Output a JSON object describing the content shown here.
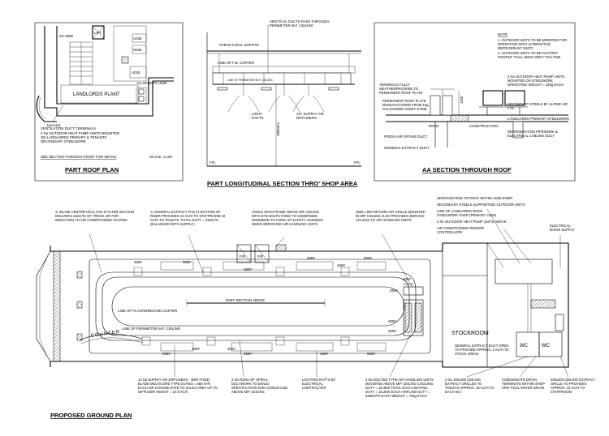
{
  "part_roof_plan": {
    "title": "PART ROOF PLAN",
    "plant_label": "LANDLORDS PLANT",
    "scale": "SCALE: 1:100",
    "see_section": "SEE SECTION THROUGH ROOF FOR DETAIL",
    "unit_tags": [
      "U026",
      "U026",
      "U025"
    ],
    "room_labels": [
      "SC.MDB",
      "LIFT"
    ],
    "allsports": "ALLSPORTS U025",
    "notes": [
      "VENTILATION DUCT TERMINALS",
      "2 No OUTDOOR HEAT PUMP UNITS MOUNTED ON LANDLORDS PRIMARY & TENANTS SECONDARY STEELWORK"
    ]
  },
  "long_section": {
    "title": "PART LONGITUDINAL SECTION THRO' SHOP AREA",
    "labels": {
      "vertical_ducts": "VERTICAL DUCTS PASS THROUGH PERIMETER M.F. CEILING",
      "soffite": "STRUCTURAL SOFFITE",
      "coffer": "LINE OF F.B. COFFER",
      "mf_ceiling": "LINE OF PERIMETER M.F. CEILING",
      "rafts": "LIGHT RAFTS",
      "diffusers": "A/C SUPPLY AIR DIFFUSERS",
      "ffl": "FFL",
      "height": "4800mm",
      "ffl_right": "FFL"
    }
  },
  "aa_section": {
    "title": "AA SECTION THROUGH ROOF",
    "note_heading": "NOTE",
    "notes": [
      "1. OUTDOOR UNITS TO BE MODIFIED FOR OPERATION WITH ALTERNATIVE REFRIGERANT R407C",
      "2. OUTDOOR UNITS TO BE FACTORY PAINTED \"GULL WING GREY\"-RAL7035"
    ],
    "labels": [
      "TERMINALS FULLY WEATHERPROOFED TO PERMANENT ROOF PLATE",
      "PERMANENT ROOF PLATE MANUFACTURED FROM 18g GALVANISED SHEET STEEL",
      "FRESH AIR INTAKE DUCT",
      "GENERAL EXTRACT DUCT",
      "2 No OUTDOOR HEAT PUMP UNITS MOUNTED ON STEELWORK OPERATING WEIGHT = 22kg EACH",
      "SECONDARY STEELS BY ALPINE AIR LTD",
      "LANDLORDS PRIMARY STEELWORK",
      "REFRIGERATION PIPEWORK & ELECTRICAL CABLING DUCT"
    ],
    "roof": "ROOF",
    "construction": "CONSTRUCTION",
    "dim": "1100"
  },
  "ground_plan": {
    "title": "PROPOSED GROUND PLAN",
    "stockroom": "STOCKROOM",
    "wc": [
      "WC",
      "WC"
    ],
    "ahu": "A.H.U",
    "counter": "COUNTER",
    "section_above": "PART SECTION ABOVE",
    "plasterboard_coffer": "LINE OF PLASTERBOARD COFFER",
    "perimeter_ceiling": "LINE OF PERIMETER M.F. CEILING",
    "fr_tags": [
      "F/R",
      "F/R"
    ],
    "duct_sizes_top": [
      "250#",
      "300#",
      "350#",
      "400#",
      "450#",
      "500#"
    ],
    "duct_sizes_bottom": [
      "250#",
      "300#",
      "350#",
      "400#",
      "450#",
      "500#"
    ],
    "duct_side": [
      "250#",
      "200#",
      "400#",
      "200#"
    ],
    "top_notes": [
      "① INLINE CENTRIFUGAL FAN & FILTER SECTION DELIVERS 432m³/H OF FRESH AIR FOR INDUCTION TO AIR CONDITIONING SYSTEM",
      "② GENERAL EXTRACT FAN AT BOTTOM OF RISER PROVIDES 15 AC/H TO STAFFROOM 10 AC/H TO TOILETS. TOTAL DUTY = 432m³/H (BALANCED WITH SUPPLY)",
      "ANGLE IRON FRAME ABOVE M/F CEILING WITH EYE BOLTS FIXED TO UNDERSIDE. ENGINEER TO HOOK UP SAFETY HARNESS WHEN SERVICING AIR HANDLING UNITS",
      "1500 x 800 RETURN AIR GRILLE MOUNTED IN M/F CEILING ALSO PROVIDES SERVICE ACCESS TO AIR HANDLING UNITS"
    ],
    "right_notes": [
      "SERVICES RISE TO ROOF WITHIN U025 RISER",
      "SECONDARY STEELS SUPPORTING OUTDOOR UNITS",
      "LINE OF LANDLORDS ROOF STEELWORK OVER (PRIMARY U025)",
      "2 No OUTDOOR HEAT PUMP UNITS ABOVE",
      "AIR CONDITIONING REMOTE CONTROLLERS",
      "ELECTRICAL MAINS SUPPLY",
      "GENERAL EXTRACT DUCT OPEN TO PROVIDE APPROX. 2 AC/H TO STOCK AREAS"
    ],
    "bottom_notes": [
      "13 No SUPPLY AIR DIFFUSERS - 350# FIXED BLADE MULTICORE TYPE DUTIES = 580 m³/h EACH AIR CHANGE RATE TO SALES AREA UP TO DIFFUSER HEIGHT = 10.8 AC/H",
      "2 No RUNS OF SPIRAL DUCTWORK TO DW142 SPECIFICATION RUN CONCEALED ABOVE M/F CEILING",
      "LIGHTING RAFTS BY ELECTRICAL CONTRACTOR",
      "2 No DUCTED TYPE AIR HANDLING UNITS MOUNTED ABOVE M/F CEILING COOLING DUTY = 19.4kW TOTAL EACH HEATING DUTY = 18.2kW EACH AIRFLOW DUTY = 3480m³/H EACH WEIGHT = 74kg EACH",
      "2 No 150x150 CEILING EXTRACT GRILLES TO TOILETS APPROX. 15 AC/H TO EACH W.C",
      "CONDENSATE DRAIN TERMINATE WITHIN SHOP UNIT FOUL WATER DRAIN",
      "200x200 CEILING EXTRACT GRILLE TO PROVIDES APPROX. 15 AC/H TO STAFFROOM"
    ]
  },
  "colors": {
    "ink": "#000000",
    "paper": "#ffffff"
  }
}
